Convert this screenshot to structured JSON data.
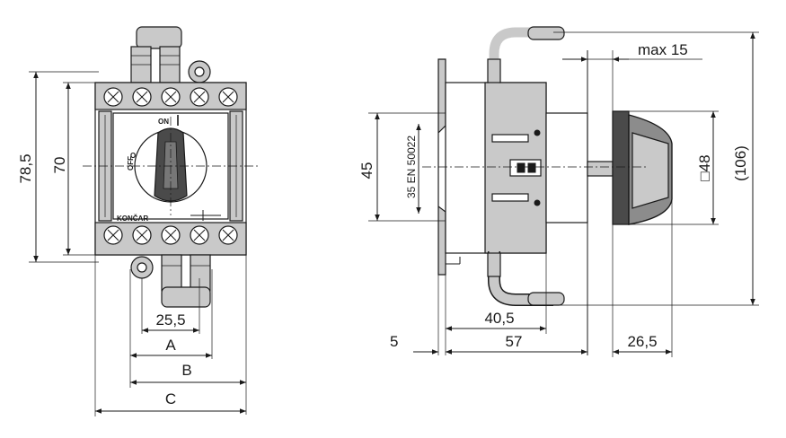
{
  "front_view": {
    "dim_height_outer": "78,5",
    "dim_height_inner": "70",
    "dim_width_25_5": "25,5",
    "dim_width_a": "A",
    "dim_width_b": "B",
    "dim_width_c": "C",
    "label_on": "ON",
    "label_off": "OFF",
    "label_o": "O",
    "label_brand": "KONČAR"
  },
  "side_view": {
    "dim_max15": "max 15",
    "dim_height_45": "45",
    "label_rail": "35 EN 50022",
    "dim_square_48": "□48",
    "dim_height_106": "(106)",
    "dim_40_5": "40,5",
    "dim_5": "5",
    "dim_57": "57",
    "dim_26_5": "26,5"
  }
}
